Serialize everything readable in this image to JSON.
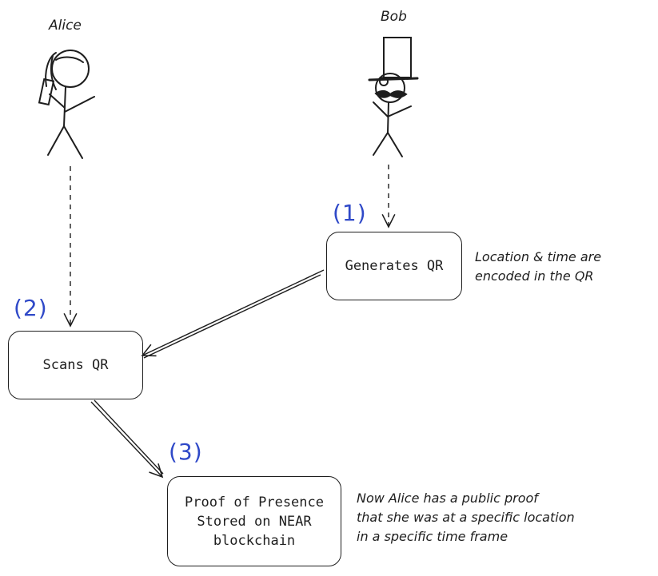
{
  "actors": {
    "alice": {
      "name": "Alice"
    },
    "bob": {
      "name": "Bob"
    }
  },
  "steps": [
    {
      "marker": "(1)",
      "label": "Generates QR"
    },
    {
      "marker": "(2)",
      "label": "Scans QR"
    },
    {
      "marker": "(3)",
      "label_lines": [
        "Proof of Presence",
        "Stored on NEAR",
        "blockchain"
      ]
    }
  ],
  "notes": {
    "qr_note": [
      "Location & time are",
      "encoded in the QR"
    ],
    "proof_note": [
      "Now Alice has a public proof",
      "that she was at a specific location",
      "in a specific time frame"
    ]
  },
  "colors": {
    "ink": "#1e1e1e",
    "step_marker": "#2f49c8"
  }
}
